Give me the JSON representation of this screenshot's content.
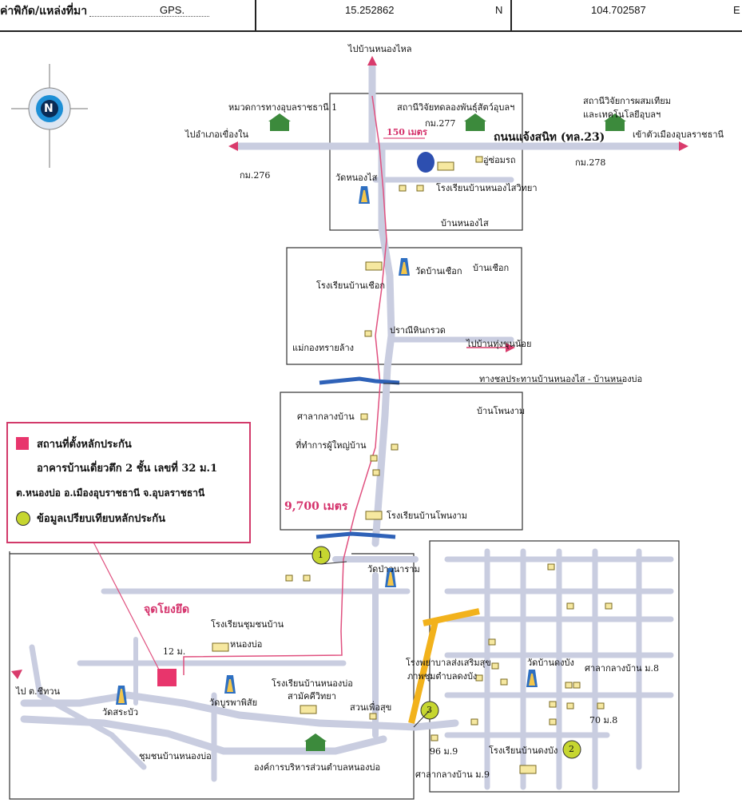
{
  "header": {
    "coord_label": "ค่าพิกัด/แหล่งที่มา",
    "gps_label": "GPS.",
    "latitude": "15.252862",
    "lat_dir": "N",
    "longitude": "104.702587",
    "lon_dir": "E"
  },
  "compass": {
    "letter": "N"
  },
  "colors": {
    "road": "#c9cde0",
    "route": "#e0507f",
    "river": "#2f62b8",
    "highway": "#f2b21c",
    "marker": "#e8356c",
    "compare": "#c6d630"
  },
  "labels": {
    "to_nong_lai": "ไปบ้านหนองไหล",
    "highway_office": "หมวดการทางอุบลราชธานี 1",
    "to_khueang_nai": "ไปอำเภอเขื่องใน",
    "km276": "กม.276",
    "research_station": "สถานีวิจัยทดลองพันธุ์สัตว์อุบลฯ",
    "km277": "กม.277",
    "distance_150": "150 เมตร",
    "road_name": "ถนนแจ้งสนิท (ทล.23)",
    "agri_station_1": "สถานีวิจัยการผสมเทียม",
    "agri_station_2": "และเทคโนโลยีอุบลฯ",
    "to_city": "เข้าตัวเมืองอุบลราชธานี",
    "km278": "กม.278",
    "repair_shop": "อู่ซ่อมรถ",
    "wat_nong_sai": "วัดหนองไส",
    "school_nong_sai": "โรงเรียนบ้านหนองไสวิทยา",
    "ban_nong_sai": "บ้านหนองไส",
    "ban_chueak": "บ้านเชือก",
    "wat_ban_chueak": "วัดบ้านเชือก",
    "school_chueak": "โรงเรียนบ้านเชือก",
    "pranee": "ปราณีหินกรวด",
    "sand_shop": "แม่กองทรายล้าง",
    "to_thung_khun": "ไปบ้านทุ่งขุนน้อย",
    "canal": "ทางชลประทานบ้านหนองไส - บ้านหนองบ่อ",
    "ban_pho_ngam": "บ้านโพนงาม",
    "sala_pho": "ศาลากลางบ้าน",
    "headman_office": "ที่ทำการผู้ใหญ่บ้าน",
    "distance_9700": "9,700 เมตร",
    "school_pho_ngam": "โรงเรียนบ้านโพนงาม",
    "wat_pa_wanaram": "วัดป่าวนาราม",
    "reference_point": "จุดโยงยึด",
    "school_community_1": "โรงเรียนชุมชนบ้าน",
    "school_community_2": "หนองบ่อ",
    "distance_12": "12 ม.",
    "to_chiwan": "ไป ต.ชีทวน",
    "wat_sa_bua": "วัดสระบัว",
    "wat_burapha": "วัดบูรพาพิสัย",
    "school_nong_bo_1": "โรงเรียนบ้านหนองบ่อ",
    "school_nong_bo_2": "สามัคคีวิทยา",
    "suan_phuea_suk": "สวนเพื่อสุข",
    "community_nong_bo": "ชุมชนบ้านหนองบ่อ",
    "tao_nong_bo": "องค์การบริหารส่วนตำบลหนองบ่อ",
    "hospital_1": "โรงพยาบาลส่งเสริมสุข",
    "hospital_2": "ภาพชุมตำบลดงบัง",
    "wat_dong_bang": "วัดบ้านดงบัง",
    "sala_m8": "ศาลากลางบ้าน ม.8",
    "house_70": "70 ม.8",
    "house_96": "96 ม.9",
    "school_dong_bang": "โรงเรียนบ้านดงบัง",
    "sala_m9": "ศาลากลางบ้าน ม.9",
    "circle_1": "1",
    "circle_2": "2",
    "circle_3": "3"
  },
  "legend": {
    "title": "สถานที่ตั้งหลักประกัน",
    "line1": "อาคารบ้านเดี่ยวตึก 2 ชั้น เลขที่ 32 ม.1",
    "line2": "ต.หนองบ่อ อ.เมืองอุบราชธานี จ.อุบลราชธานี",
    "compare": "ข้อมูลเปรียบเทียบหลักประกัน"
  }
}
